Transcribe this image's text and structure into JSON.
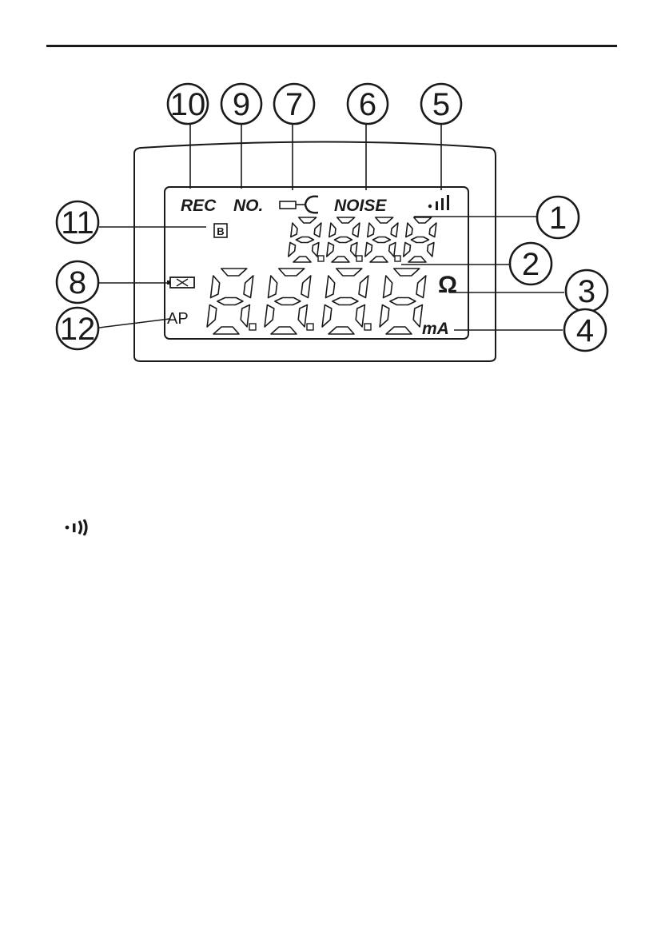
{
  "callouts": {
    "c1": "1",
    "c2": "2",
    "c3": "3",
    "c4": "4",
    "c5": "5",
    "c6": "6",
    "c7": "7",
    "c8": "8",
    "c9": "9",
    "c10": "10",
    "c11": "11",
    "c12": "12"
  },
  "lcd": {
    "rec": "REC",
    "no": "NO.",
    "noise": "NOISE",
    "ap": "AP",
    "ohm": "Ω",
    "unit": "mA",
    "memory_box": "B"
  },
  "icons": {
    "signal": "signal-strength-icon",
    "clamp": "clamp-icon",
    "battery": "battery-icon"
  },
  "colors": {
    "ink": "#1a1a1a",
    "paper": "#ffffff"
  }
}
